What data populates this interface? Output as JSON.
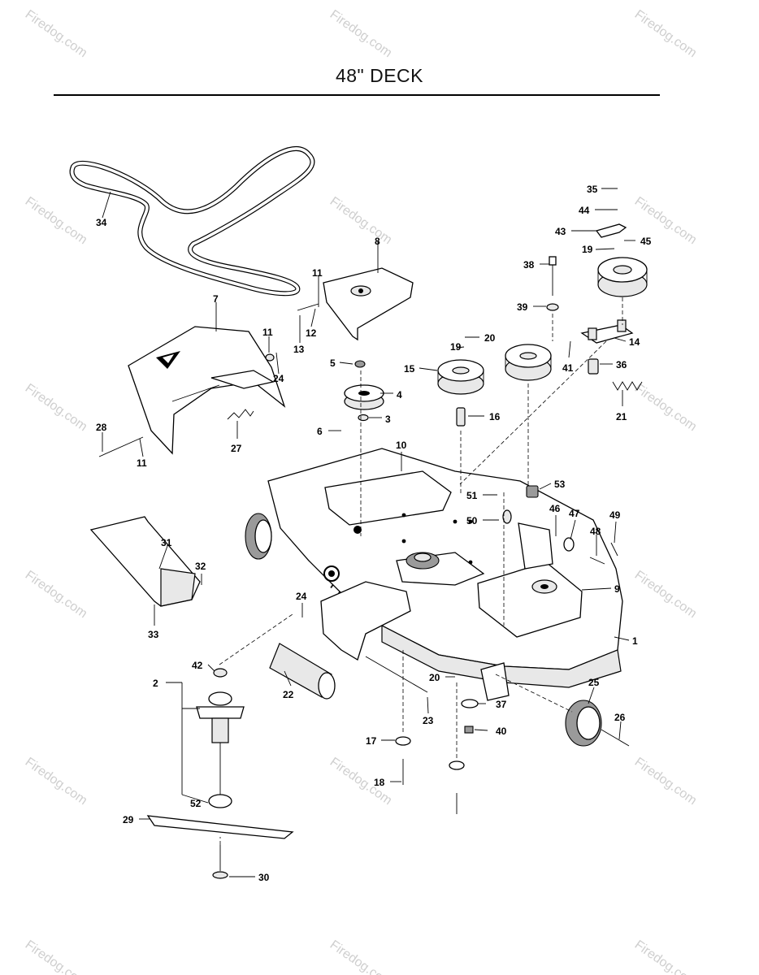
{
  "title": "48\" DECK",
  "watermark": "Firedog.com",
  "callouts": [
    {
      "id": "c34",
      "text": "34"
    },
    {
      "id": "c8",
      "text": "8"
    },
    {
      "id": "c7",
      "text": "7"
    },
    {
      "id": "c11a",
      "text": "11"
    },
    {
      "id": "c11b",
      "text": "11"
    },
    {
      "id": "c11c",
      "text": "11"
    },
    {
      "id": "c12",
      "text": "12"
    },
    {
      "id": "c13",
      "text": "13"
    },
    {
      "id": "c24a",
      "text": "24"
    },
    {
      "id": "c24b",
      "text": "24"
    },
    {
      "id": "c28",
      "text": "28"
    },
    {
      "id": "c27",
      "text": "27"
    },
    {
      "id": "c5",
      "text": "5"
    },
    {
      "id": "c4",
      "text": "4"
    },
    {
      "id": "c3",
      "text": "3"
    },
    {
      "id": "c6",
      "text": "6"
    },
    {
      "id": "c10",
      "text": "10"
    },
    {
      "id": "c19a",
      "text": "19"
    },
    {
      "id": "c19b",
      "text": "19"
    },
    {
      "id": "c20a",
      "text": "20"
    },
    {
      "id": "c20b",
      "text": "20"
    },
    {
      "id": "c15",
      "text": "15"
    },
    {
      "id": "c16",
      "text": "16"
    },
    {
      "id": "c38",
      "text": "38"
    },
    {
      "id": "c39",
      "text": "39"
    },
    {
      "id": "c35",
      "text": "35"
    },
    {
      "id": "c44",
      "text": "44"
    },
    {
      "id": "c43",
      "text": "43"
    },
    {
      "id": "c45",
      "text": "45"
    },
    {
      "id": "c14",
      "text": "14"
    },
    {
      "id": "c41",
      "text": "41"
    },
    {
      "id": "c36",
      "text": "36"
    },
    {
      "id": "c21",
      "text": "21"
    },
    {
      "id": "c53",
      "text": "53"
    },
    {
      "id": "c51",
      "text": "51"
    },
    {
      "id": "c50",
      "text": "50"
    },
    {
      "id": "c46",
      "text": "46"
    },
    {
      "id": "c47",
      "text": "47"
    },
    {
      "id": "c48",
      "text": "48"
    },
    {
      "id": "c49",
      "text": "49"
    },
    {
      "id": "c9",
      "text": "9"
    },
    {
      "id": "c1",
      "text": "1"
    },
    {
      "id": "c31",
      "text": "31"
    },
    {
      "id": "c32",
      "text": "32"
    },
    {
      "id": "c33",
      "text": "33"
    },
    {
      "id": "c42",
      "text": "42"
    },
    {
      "id": "c2",
      "text": "2"
    },
    {
      "id": "c22",
      "text": "22"
    },
    {
      "id": "c23",
      "text": "23"
    },
    {
      "id": "c25",
      "text": "25"
    },
    {
      "id": "c37",
      "text": "37"
    },
    {
      "id": "c40",
      "text": "40"
    },
    {
      "id": "c26",
      "text": "26"
    },
    {
      "id": "c17",
      "text": "17"
    },
    {
      "id": "c18",
      "text": "18"
    },
    {
      "id": "c52",
      "text": "52"
    },
    {
      "id": "c29",
      "text": "29"
    },
    {
      "id": "c30",
      "text": "30"
    }
  ]
}
